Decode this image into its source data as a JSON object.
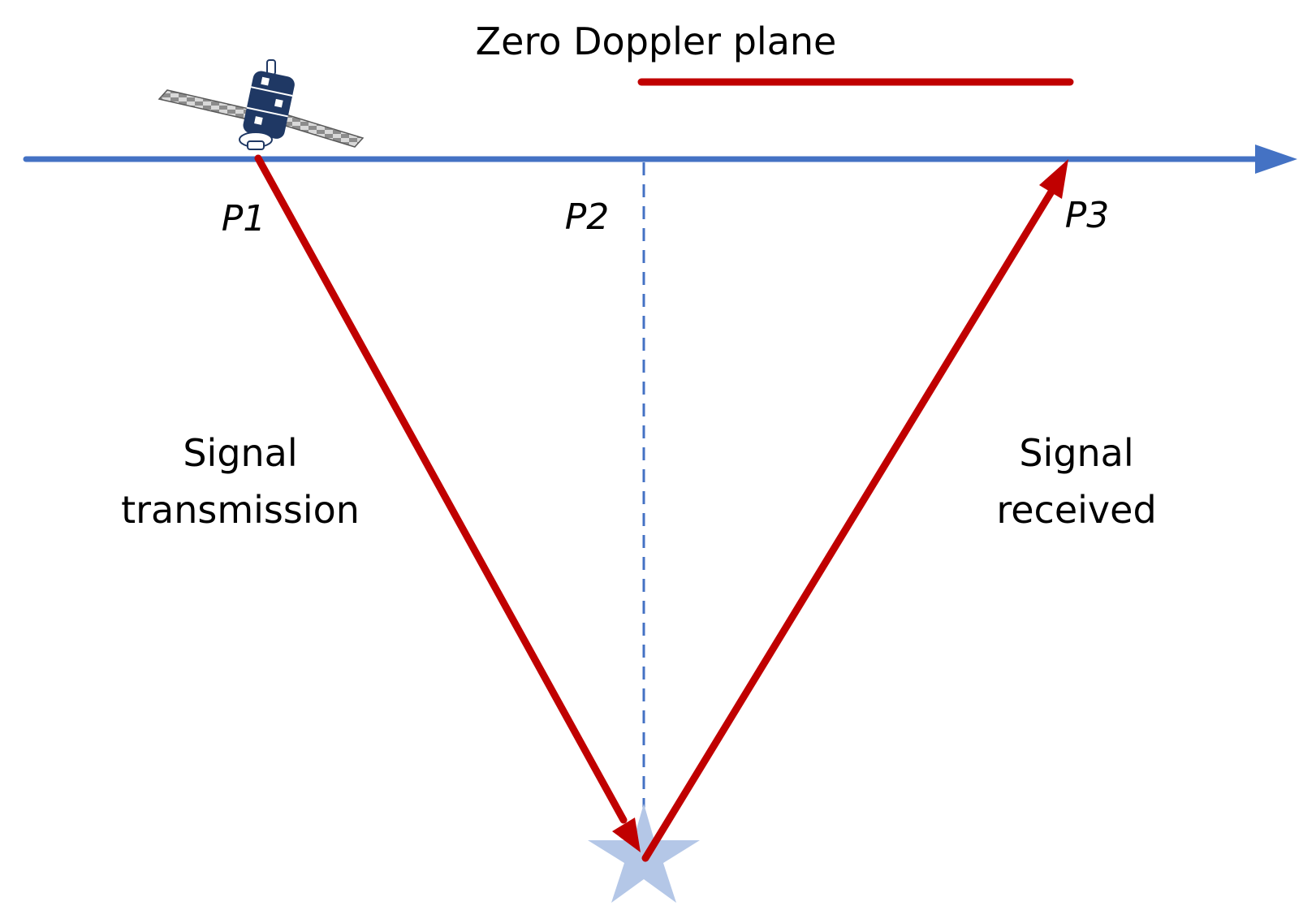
{
  "title": "Zero Doppler plane",
  "points": {
    "p1": "P1",
    "p2": "P2",
    "p3": "P3"
  },
  "left_caption": [
    "Signal",
    "transmission"
  ],
  "right_caption": [
    "Signal",
    "received"
  ],
  "colors": {
    "orbit_line": "#4472c4",
    "signal_path": "#c00000",
    "target_star": "#b4c7e7",
    "satellite_body": "#1f3864",
    "solar_panel": "#a6a6a6"
  },
  "icons": {
    "satellite": "satellite-icon",
    "target": "star-icon"
  }
}
